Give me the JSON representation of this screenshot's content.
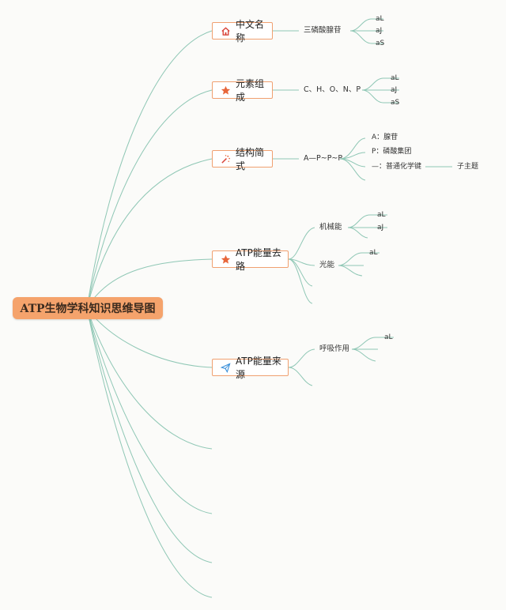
{
  "root": {
    "title": "ATP生物学科知识思维导图"
  },
  "branches": [
    {
      "label": "中文名称",
      "icon": "house-icon",
      "child": "三磷酸腺苷",
      "leaves": [
        "aL",
        "aJ",
        "aS"
      ]
    },
    {
      "label": "元素组成",
      "icon": "star-icon",
      "child": "C、H、O、N、P",
      "leaves": [
        "aL",
        "aJ",
        "aS"
      ]
    },
    {
      "label": "结构简式",
      "icon": "magic-wand-icon",
      "child": "A—P~P~P",
      "leaves": [
        "A：腺苷",
        "P：磷酸集团",
        "—：普通化学键"
      ],
      "subtopic": "子主题"
    },
    {
      "label": "ATP能量去路",
      "icon": "star-icon",
      "children": [
        {
          "label": "机械能",
          "leaves": [
            "aL",
            "aJ"
          ]
        },
        {
          "label": "光能",
          "leaves": [
            "aL"
          ]
        }
      ]
    },
    {
      "label": "ATP能量来源",
      "icon": "paper-plane-icon",
      "children": [
        {
          "label": "呼吸作用",
          "leaves": [
            "aL"
          ]
        }
      ]
    }
  ],
  "colors": {
    "line": "#8fc7b5",
    "node_border": "#f0a070",
    "root_bg": "#f5a36c",
    "icon_accent": "#e8663a"
  }
}
